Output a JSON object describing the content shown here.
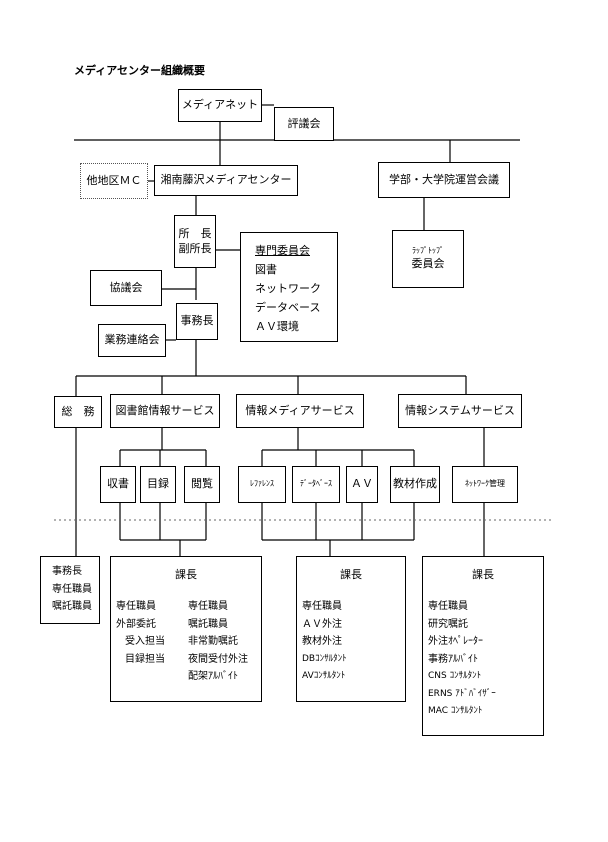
{
  "title": "メディアセンター組織概要",
  "top": {
    "media_net": "メディアネット",
    "council": "評議会",
    "other_mc": "他地区ＭＣ",
    "shonan_mc": "湘南藤沢メディアセンター",
    "faculty_meeting": "学部・大学院運営会議",
    "director": [
      "所　長",
      "副所長"
    ],
    "laptop": [
      "ﾗｯﾌﾟﾄｯﾌﾟ",
      "委員会"
    ],
    "committee_title": "専門委員会",
    "committees": [
      "図書",
      "ネットワーク",
      "データベース",
      "ＡＶ環境"
    ],
    "kyogikai": "協議会",
    "office_head": "事務長",
    "gyomu": "業務連絡会"
  },
  "divisions": {
    "general": "総　務",
    "library": "図書館情報サービス",
    "media": "情報メディアサービス",
    "system": "情報システムサービス"
  },
  "sections": {
    "acquisition": "収書",
    "catalog": "目録",
    "reading": "閲覧",
    "reference": "ﾚﾌｧﾚﾝｽ",
    "database": "ﾃﾞｰﾀﾍﾞｰｽ",
    "av": "ＡＶ",
    "materials": "教材作成",
    "network": "ﾈｯﾄﾜｰｸ管理"
  },
  "staff": {
    "general": [
      "事務長",
      "専任職員",
      "嘱託職員"
    ],
    "library_head": "課長",
    "library_left": [
      "専任職員",
      "外部委託",
      "受入担当",
      "目録担当"
    ],
    "library_right": [
      "専任職員",
      "嘱託職員",
      "非常勤嘱託",
      "夜間受付外注",
      "配架ｱﾙﾊﾞｲﾄ"
    ],
    "media_head": "課長",
    "media": [
      "専任職員",
      "ＡＶ外注",
      "教材外注",
      "DBｺﾝｻﾙﾀﾝﾄ",
      "AVｺﾝｻﾙﾀﾝﾄ"
    ],
    "system_head": "課長",
    "system": [
      "専任職員",
      "研究嘱託",
      "外注ｵﾍﾟﾚｰﾀｰ",
      "事務ｱﾙﾊﾞｲﾄ",
      "CNS ｺﾝｻﾙﾀﾝﾄ",
      "ERNS ｱﾄﾞﾊﾞｲｻﾞｰ",
      "MAC ｺﾝｻﾙﾀﾝﾄ"
    ]
  }
}
